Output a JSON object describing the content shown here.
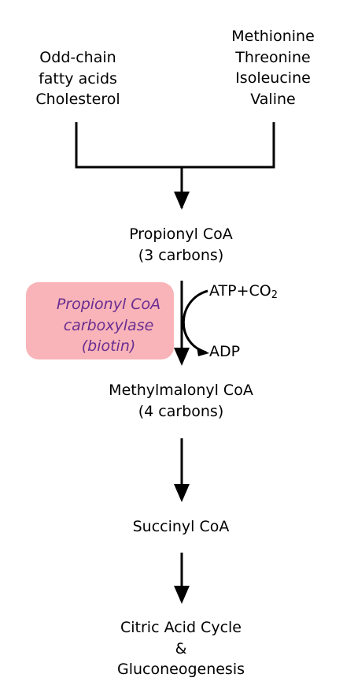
{
  "sources": {
    "left": [
      "Odd-chain",
      "fatty acids",
      "Cholesterol"
    ],
    "right": [
      "Methionine",
      "Threonine",
      "Isoleucine",
      "Valine"
    ]
  },
  "steps": [
    [
      "Propionyl CoA",
      "(3 carbons)"
    ],
    [
      "Methylmalonyl CoA",
      "(4 carbons)"
    ],
    [
      "Succinyl CoA"
    ],
    [
      "Citric Acid Cycle",
      "&",
      "Gluconeogenesis"
    ]
  ],
  "enzyme": {
    "lines": [
      "Propionyl CoA",
      "carboxylase",
      "(biotin)"
    ],
    "box_color": "#f8b4b8",
    "text_color": "#6a2d91"
  },
  "cofactors": {
    "input_main": "ATP+CO",
    "input_subscript": "2",
    "output": "ADP"
  }
}
